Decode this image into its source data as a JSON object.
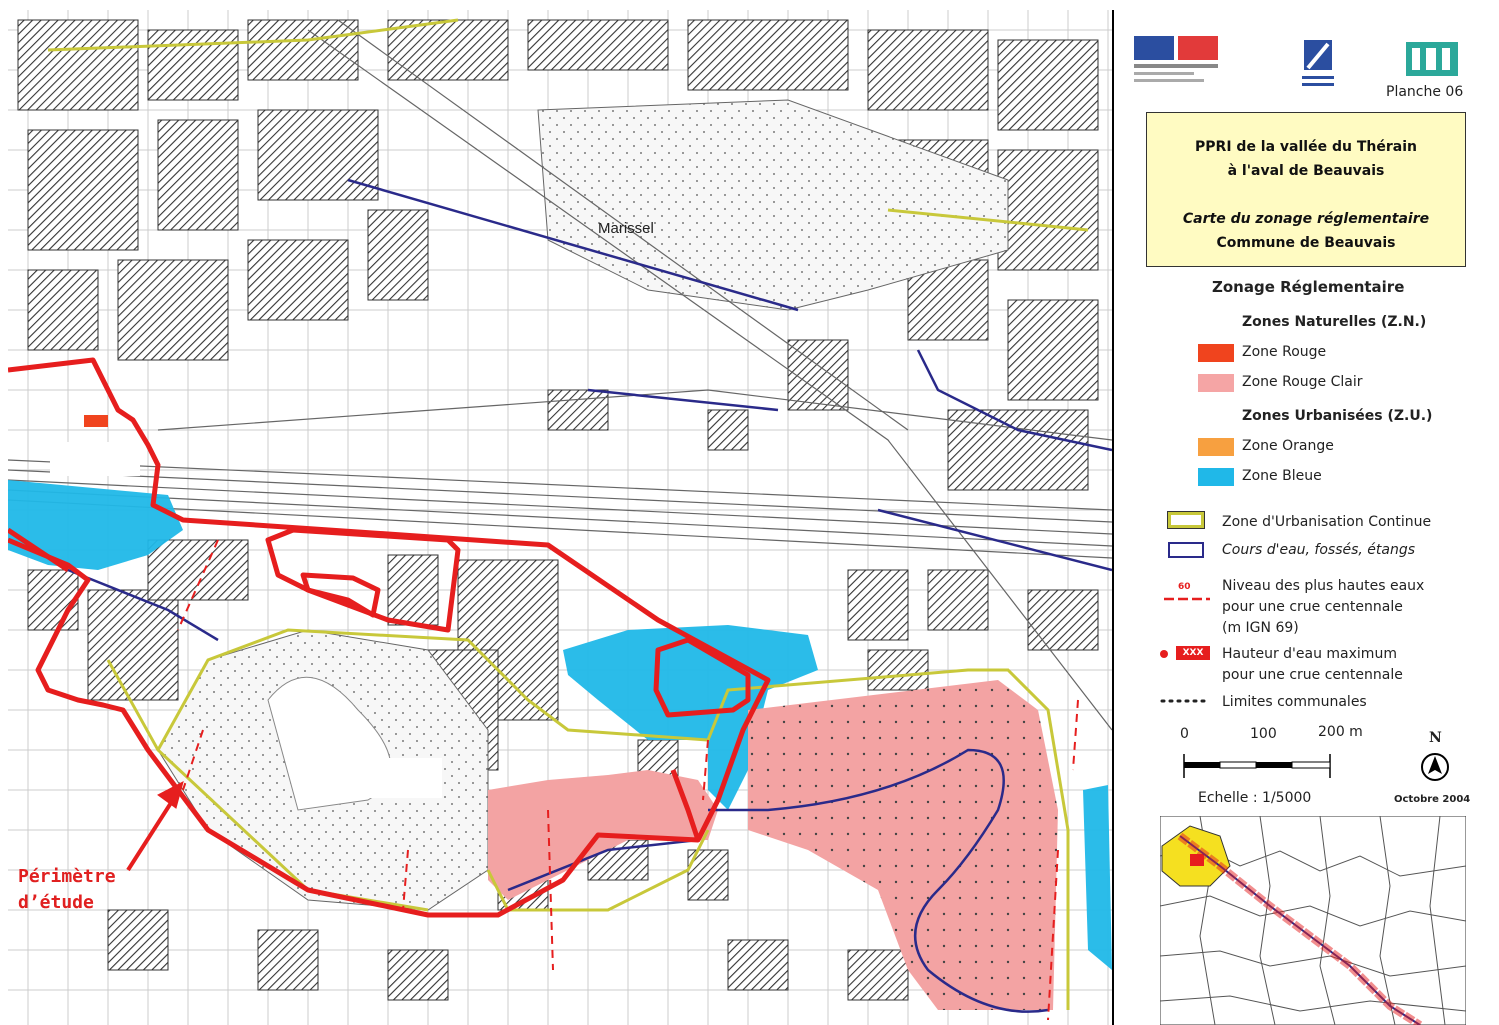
{
  "map": {
    "place_label": "Marissel",
    "study_perimeter_label_line1": "Périmètre",
    "study_perimeter_label_line2": "d’étude",
    "colors": {
      "zone_rouge": "#f0441e",
      "zone_rouge_clair": "#f5a5a5",
      "zone_orange": "#f7a040",
      "zone_bleue": "#20b8e8",
      "urbanisation": "#c8c83a",
      "cours_eau": "#2a2a8a",
      "perimetre": "#e61e1e"
    }
  },
  "legend": {
    "planche": "Planche 06",
    "title_line1": "PPRI de la vallée du Thérain",
    "title_line2": "à l'aval de Beauvais",
    "subtitle_line1": "Carte du zonage réglementaire",
    "subtitle_line2": "Commune de Beauvais",
    "zonage_heading": "Zonage Réglementaire",
    "zn_heading": "Zones Naturelles (Z.N.)",
    "zone_rouge": "Zone Rouge",
    "zone_rouge_clair": "Zone Rouge Clair",
    "zu_heading": "Zones Urbanisées (Z.U.)",
    "zone_orange": "Zone Orange",
    "zone_bleue": "Zone Bleue",
    "urbanisation_continue": "Zone d'Urbanisation Continue",
    "cours_eau": "Cours d'eau, fossés, étangs",
    "niveau_value": "60",
    "niveau_line1": "Niveau des plus hautes eaux",
    "niveau_line2": "pour une crue centennale",
    "niveau_line3": "(m IGN 69)",
    "hauteur_code": "XXX",
    "hauteur_line1": "Hauteur d'eau maximum",
    "hauteur_line2": "pour une crue centennale",
    "limites": "Limites communales",
    "scale_0": "0",
    "scale_100": "100",
    "scale_200": "200 m",
    "north": "N",
    "echelle": "Echelle : 1/5000",
    "date": "Octobre 2004"
  }
}
